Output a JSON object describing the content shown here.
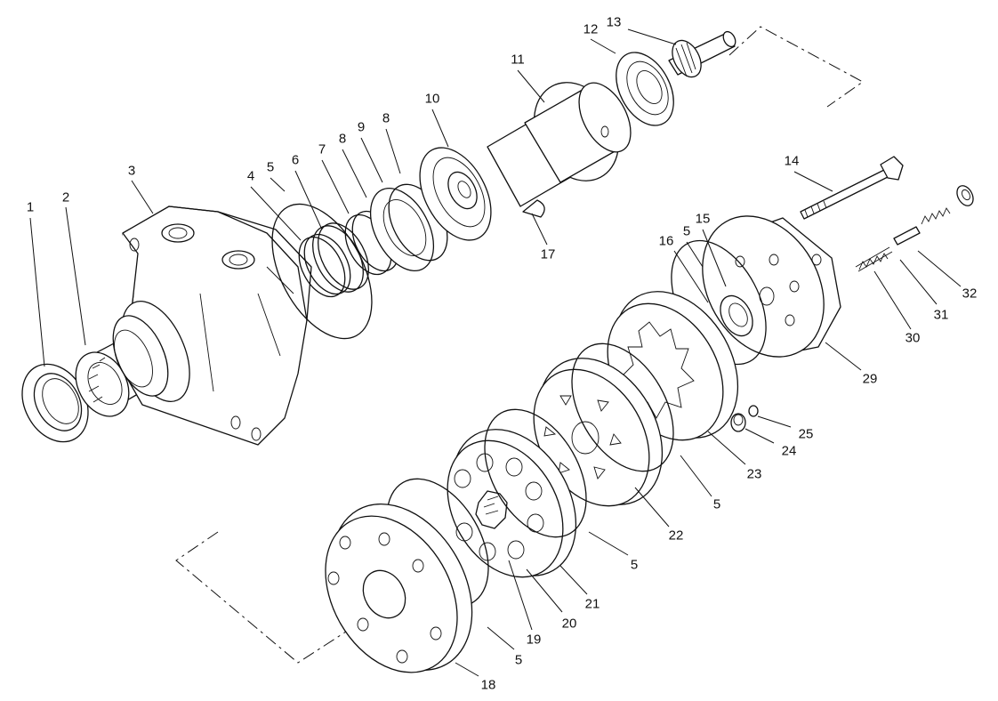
{
  "callouts": [
    {
      "id": "c1",
      "text": "1"
    },
    {
      "id": "c2",
      "text": "2"
    },
    {
      "id": "c3",
      "text": "3"
    },
    {
      "id": "c4",
      "text": "4"
    },
    {
      "id": "c5a",
      "text": "5"
    },
    {
      "id": "c6",
      "text": "6"
    },
    {
      "id": "c7",
      "text": "7"
    },
    {
      "id": "c8a",
      "text": "8"
    },
    {
      "id": "c9",
      "text": "9"
    },
    {
      "id": "c8b",
      "text": "8"
    },
    {
      "id": "c10",
      "text": "10"
    },
    {
      "id": "c11",
      "text": "11"
    },
    {
      "id": "c12",
      "text": "12"
    },
    {
      "id": "c13",
      "text": "13"
    },
    {
      "id": "c17",
      "text": "17"
    },
    {
      "id": "c14",
      "text": "14"
    },
    {
      "id": "c15",
      "text": "15"
    },
    {
      "id": "c16",
      "text": "16"
    },
    {
      "id": "c5b",
      "text": "5"
    },
    {
      "id": "c32",
      "text": "32"
    },
    {
      "id": "c31",
      "text": "31"
    },
    {
      "id": "c30",
      "text": "30"
    },
    {
      "id": "c29",
      "text": "29"
    },
    {
      "id": "c25",
      "text": "25"
    },
    {
      "id": "c24",
      "text": "24"
    },
    {
      "id": "c23",
      "text": "23"
    },
    {
      "id": "c5c",
      "text": "5"
    },
    {
      "id": "c22",
      "text": "22"
    },
    {
      "id": "c5d",
      "text": "5"
    },
    {
      "id": "c21",
      "text": "21"
    },
    {
      "id": "c20",
      "text": "20"
    },
    {
      "id": "c19",
      "text": "19"
    },
    {
      "id": "c5e",
      "text": "5"
    },
    {
      "id": "c18",
      "text": "18"
    }
  ]
}
